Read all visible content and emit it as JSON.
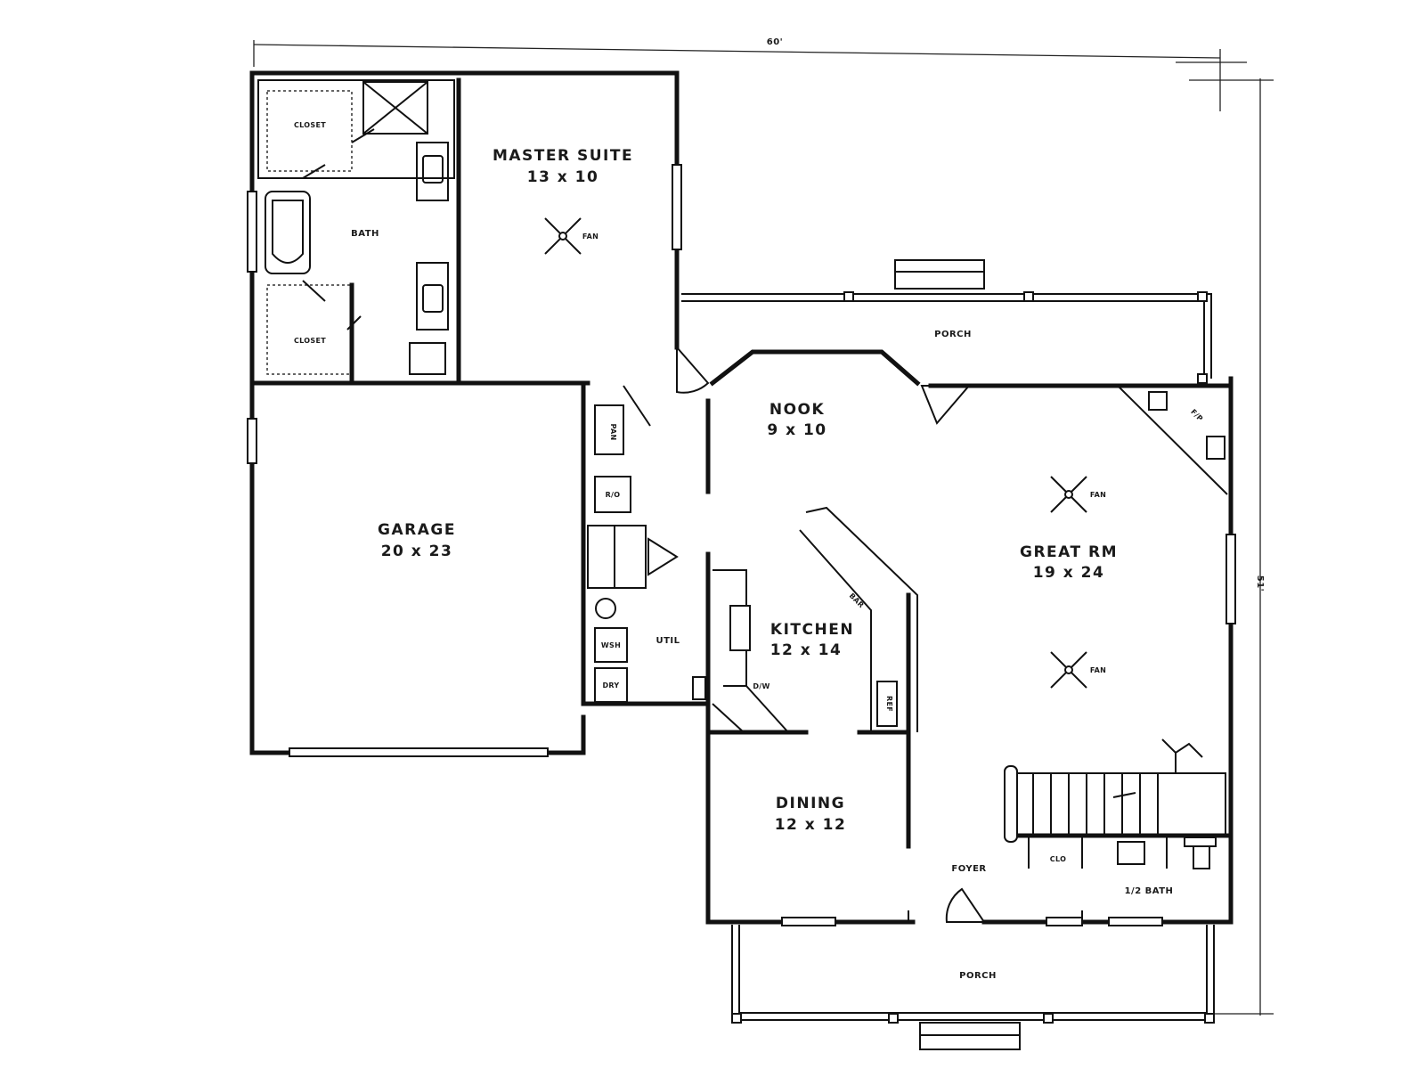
{
  "dimensions": {
    "width": "60'",
    "depth": "51'"
  },
  "rooms": {
    "master_suite": {
      "name": "MASTER SUITE",
      "size": "13 x 10"
    },
    "bath": {
      "name": "BATH"
    },
    "closet_top": {
      "name": "CLOSET"
    },
    "closet_bottom": {
      "name": "CLOSET"
    },
    "garage": {
      "name": "GARAGE",
      "size": "20 x 23"
    },
    "nook": {
      "name": "NOOK",
      "size": "9 x 10"
    },
    "great_rm": {
      "name": "GREAT RM",
      "size": "19 x 24"
    },
    "kitchen": {
      "name": "KITCHEN",
      "size": "12 x 14"
    },
    "util": {
      "name": "UTIL"
    },
    "dining": {
      "name": "DINING",
      "size": "12 x 12"
    },
    "foyer": {
      "name": "FOYER"
    },
    "half_bath": {
      "name": "1/2 BATH"
    },
    "porch_back": {
      "name": "PORCH"
    },
    "porch_front": {
      "name": "PORCH"
    }
  },
  "fixtures": {
    "fan_label": "FAN",
    "fireplace_label": "F/P",
    "oven_label": "R/O",
    "pantry_label": "PAN",
    "closet_small_label": "CLO",
    "wash_label": "WSH",
    "dry_label": "DRY",
    "refrigerator_label": "REF",
    "dishwasher_label": "D/W",
    "bar_label": "BAR"
  },
  "colors": {
    "line": "#111111",
    "background": "#ffffff"
  }
}
